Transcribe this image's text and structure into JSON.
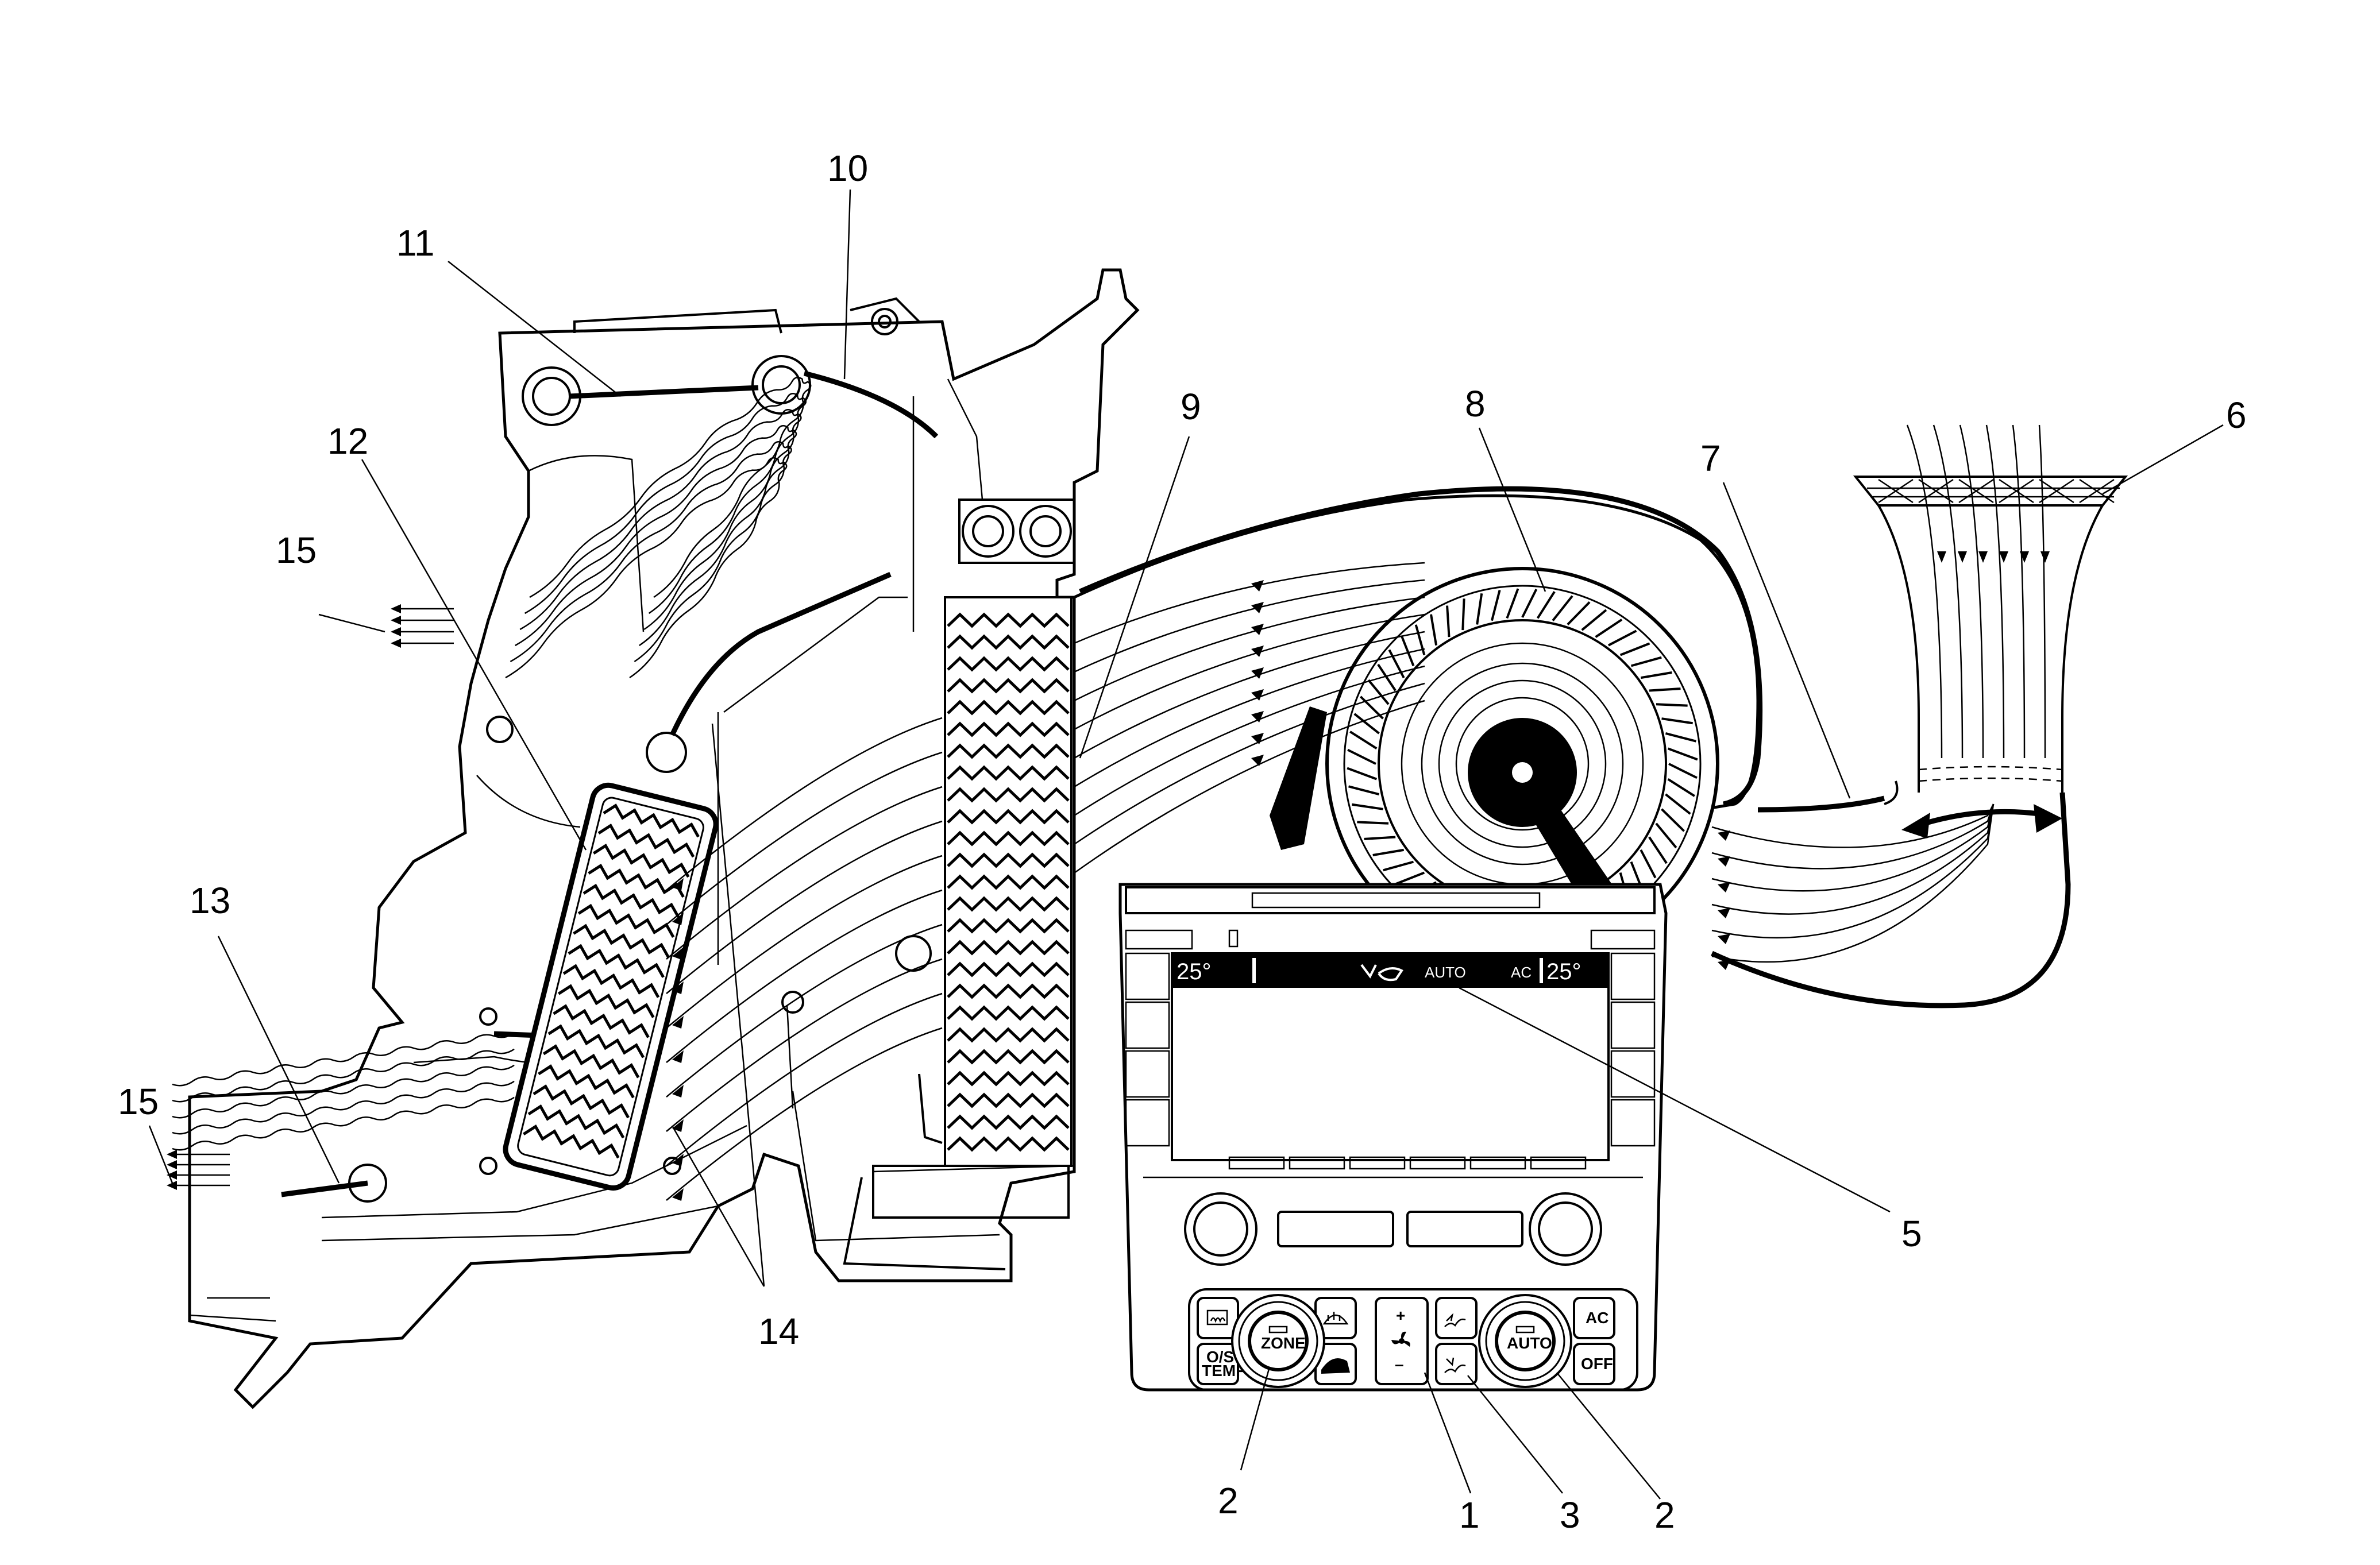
{
  "callouts": {
    "c1": "1",
    "c2a": "2",
    "c2b": "2",
    "c3": "3",
    "c5": "5",
    "c6": "6",
    "c7": "7",
    "c8": "8",
    "c9": "9",
    "c10": "10",
    "c11": "11",
    "c12": "12",
    "c13": "13",
    "c14": "14",
    "c15a": "15",
    "c15b": "15"
  },
  "display": {
    "temp_left": "25°",
    "mode": "AUTO",
    "ac": "AC",
    "temp_right": "25°"
  },
  "controls": {
    "zone_label": "ZONE",
    "auto_label": "AUTO",
    "os_temp_label_1": "O/S",
    "os_temp_label_2": "TEMP",
    "ac_label": "AC",
    "off_label": "OFF",
    "plus": "+",
    "minus": "–"
  },
  "icons": {
    "fan": "fan-icon",
    "rear_defrost": "rear-defrost-icon",
    "front_defrost": "front-defrost-icon",
    "recirculation": "recirculation-icon",
    "seat_airflow_up": "airflow-upper-icon",
    "seat_airflow_down": "airflow-lower-icon"
  }
}
